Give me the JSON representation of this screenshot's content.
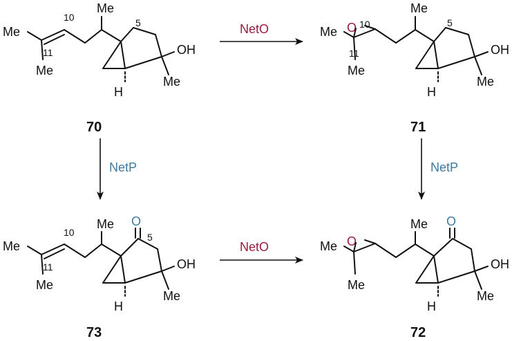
{
  "colors": {
    "oxidant": "#9b1c3f",
    "oxidantP": "#3f7aa0",
    "ink": "#111111"
  },
  "atoms": {
    "me": "Me",
    "oh": "OH",
    "h": "H",
    "o": "O"
  },
  "locants": {
    "c5": "5",
    "c10": "10",
    "c11": "11"
  },
  "compounds": {
    "c70": "70",
    "c71": "71",
    "c72": "72",
    "c73": "73"
  },
  "reactions": {
    "top": "NetO",
    "bottom": "NetO",
    "left": "NetP",
    "right": "NetP"
  }
}
